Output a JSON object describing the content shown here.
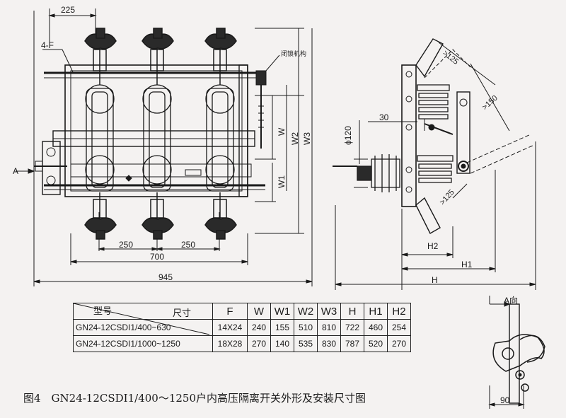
{
  "front_view": {
    "dims": {
      "top_width": "225",
      "tap_label": "4-F",
      "mechanism_label": "闭锁机构",
      "w": "W",
      "w1": "W1",
      "w2": "W2",
      "w3": "W3",
      "pitch_left": "250",
      "pitch_right": "250",
      "middle_span": "700",
      "overall": "945"
    },
    "section_marker": "A"
  },
  "side_view": {
    "dims": {
      "gap_125": ">125",
      "gap_150": ">150",
      "gap_125b": ">125",
      "dia": "ϕ120",
      "d30": "30",
      "h2": "H2",
      "h1": "H1",
      "h": "H"
    }
  },
  "a_view": {
    "title": "A向",
    "width": "90"
  },
  "table": {
    "corner_top": "尺寸",
    "corner_bottom": "型号",
    "columns": [
      "F",
      "W",
      "W1",
      "W2",
      "W3",
      "H",
      "H1",
      "H2"
    ],
    "rows": [
      {
        "model": "GN24-12CSDI1/400~630",
        "values": [
          "14X24",
          "240",
          "155",
          "510",
          "810",
          "722",
          "460",
          "254"
        ]
      },
      {
        "model": "GN24-12CSDI1/1000~1250",
        "values": [
          "18X28",
          "270",
          "140",
          "535",
          "830",
          "787",
          "520",
          "270"
        ]
      }
    ]
  },
  "caption": "图4　GN24-12CSDⅠ1/400～1250户内高压隔离开关外形及安装尺寸图"
}
